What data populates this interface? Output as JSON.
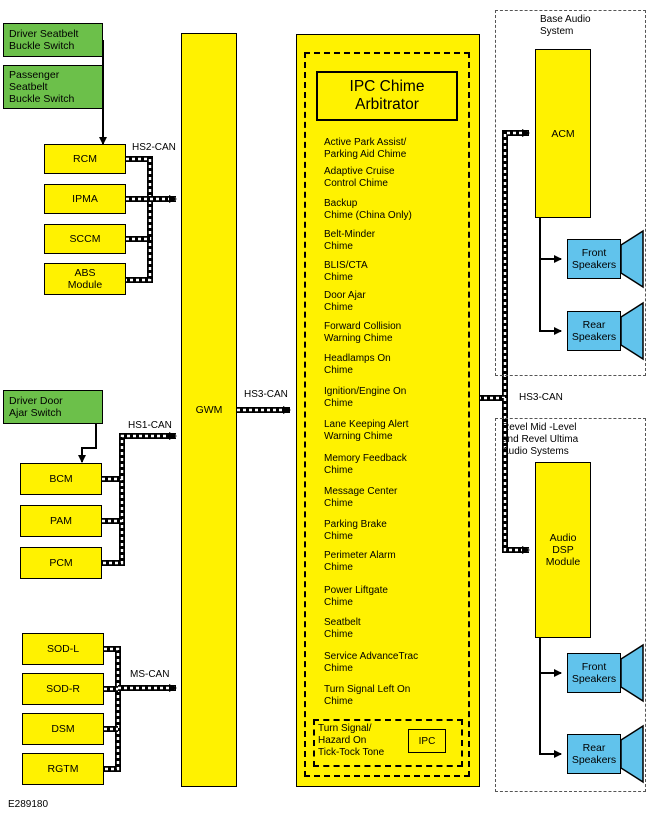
{
  "figure_id": "E289180",
  "buses": {
    "hs2": "HS2-CAN",
    "hs1": "HS1-CAN",
    "ms": "MS-CAN",
    "hs3_left": "HS3-CAN",
    "hs3_right": "HS3-CAN"
  },
  "switches": {
    "driver_seatbelt": "Driver Seatbelt\nBuckle Switch",
    "passenger_seatbelt": "Passenger\nSeatbelt\nBuckle Switch",
    "driver_door": "Driver Door\nAjar Switch"
  },
  "modules": {
    "rcm": "RCM",
    "ipma": "IPMA",
    "sccm": "SCCM",
    "abs": "ABS\nModule",
    "bcm": "BCM",
    "pam": "PAM",
    "pcm": "PCM",
    "sodl": "SOD-L",
    "sodr": "SOD-R",
    "dsm": "DSM",
    "rgtm": "RGTM",
    "gwm": "GWM",
    "acm": "ACM",
    "dsp": "Audio\nDSP\nModule",
    "ipc": "IPC"
  },
  "speakers": {
    "base_front": "Front\nSpeakers",
    "base_rear": "Rear\nSpeakers",
    "revel_front": "Front\nSpeakers",
    "revel_rear": "Rear\nSpeakers"
  },
  "groups": {
    "base_audio": "Base Audio\nSystem",
    "revel_audio": "Revel Mid -Level\nand Revel Ultima\nAudio Systems"
  },
  "ipc_panel": {
    "title": "IPC Chime\nArbitrator",
    "tick_tock": "Turn Signal/\nHazard On\nTick-Tock Tone",
    "chimes": [
      "Active Park Assist/\nParking Aid Chime",
      "Adaptive Cruise\nControl Chime",
      "Backup\nChime (China Only)",
      "Belt-Minder\nChime",
      "BLIS/CTA\nChime",
      "Door Ajar\nChime",
      "Forward Collision\nWarning Chime",
      "Headlamps On\nChime",
      "Ignition/Engine On\nChime",
      "Lane Keeping Alert\nWarning Chime",
      "Memory Feedback\nChime",
      "Message Center\nChime",
      "Parking Brake\nChime",
      "Perimeter Alarm\nChime",
      "Power Liftgate\nChime",
      "Seatbelt\nChime",
      "Service AdvanceTrac\nChime",
      "Turn Signal Left On\nChime"
    ]
  },
  "colors": {
    "module": "#fff200",
    "switch": "#6cc04a",
    "speaker": "#61c3ec"
  }
}
